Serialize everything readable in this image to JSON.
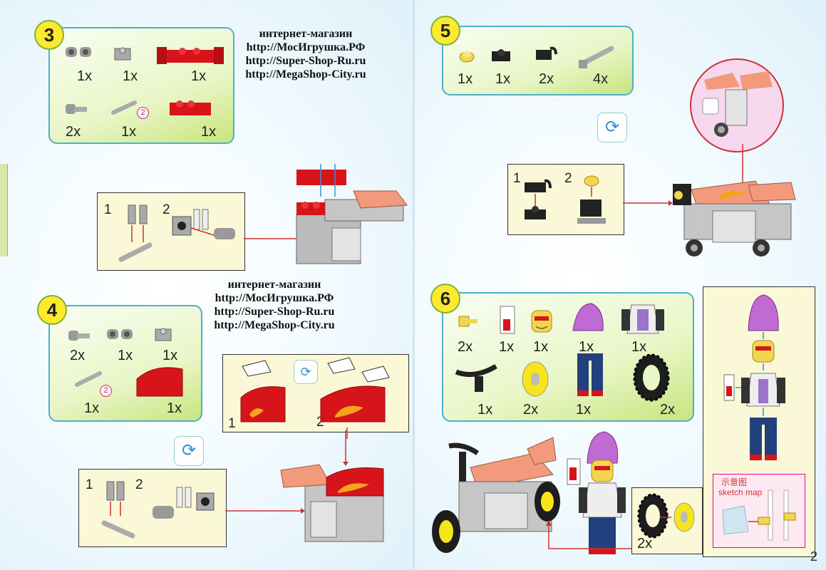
{
  "shop_watermark": {
    "line1": "интернет-магазин",
    "line2": "http://МосИгрушка.РФ",
    "line3": "http://Super-Shop-Ru.ru",
    "line4": "http://MegaShop-City.ru"
  },
  "steps": {
    "s3": {
      "number": "3",
      "quantities": [
        "1x",
        "1x",
        "1x",
        "2x",
        "1x",
        "1x"
      ],
      "badge": "2",
      "substeps": [
        "1",
        "2"
      ]
    },
    "s4": {
      "number": "4",
      "quantities": [
        "2x",
        "1x",
        "1x",
        "1x",
        "1x"
      ],
      "badge": "2",
      "substeps": [
        "1",
        "2"
      ],
      "callout_steps": [
        "1",
        "2"
      ]
    },
    "s5": {
      "number": "5",
      "quantities": [
        "1x",
        "1x",
        "2x",
        "4x"
      ],
      "substeps": [
        "1",
        "2"
      ]
    },
    "s6": {
      "number": "6",
      "quantities": [
        "2x",
        "1x",
        "1x",
        "1x",
        "1x",
        "1x",
        "2x",
        "1x",
        "2x"
      ],
      "wheel_qty": "2x",
      "sketch_title": "示意图",
      "sketch_subtitle": "sketch map"
    }
  },
  "page_number": "2",
  "icons": {
    "rotate": "rotate-icon"
  },
  "colors": {
    "accent_red": "#d8141b",
    "part_box_border": "#4bb0c9",
    "step_circle": "#ffe92e",
    "arrow": "#d32f2f"
  }
}
